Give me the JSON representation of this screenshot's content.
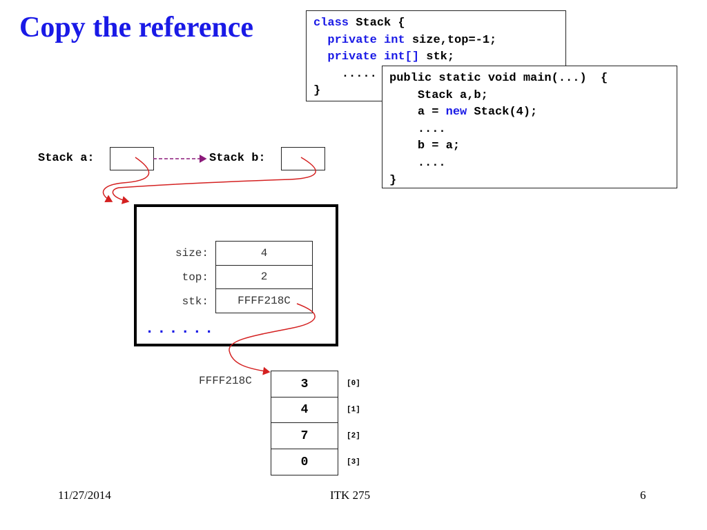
{
  "title": "Copy the reference",
  "code_class": {
    "l1_kw": "class",
    "l1_rest": " Stack {",
    "l2_kw1": "private",
    "l2_kw2": "int",
    "l2_rest": " size,top=-1;",
    "l3_kw1": "private",
    "l3_kw2": "int[]",
    "l3_rest": " stk;",
    "l4": ".....",
    "l5": "}"
  },
  "code_main": {
    "l1": "public static void main(...)  {",
    "l2": "Stack a,b;",
    "l3_pre": "a = ",
    "l3_kw": "new",
    "l3_post": " Stack(4);",
    "l4": "....",
    "l5": "b = a;",
    "l6": "....",
    "l7": "}"
  },
  "vars": {
    "a_label": "Stack a:",
    "b_label": "Stack b:"
  },
  "object": {
    "fields": [
      {
        "label": "size:",
        "value": "4"
      },
      {
        "label": "top:",
        "value": "2"
      },
      {
        "label": "stk:",
        "value": "FFFF218C"
      }
    ],
    "ellipsis": "......"
  },
  "array": {
    "address": "FFFF218C",
    "cells": [
      {
        "value": "3",
        "index": "[0]"
      },
      {
        "value": "4",
        "index": "[1]"
      },
      {
        "value": "7",
        "index": "[2]"
      },
      {
        "value": "0",
        "index": "[3]"
      }
    ]
  },
  "footer": {
    "date": "11/27/2014",
    "course": "ITK 275",
    "page": "6"
  },
  "colors": {
    "title": "#1a1ae6",
    "keyword": "#1a1ae6",
    "pointer_arrow": "#d42020",
    "copy_arrow": "#8b1a7a"
  }
}
